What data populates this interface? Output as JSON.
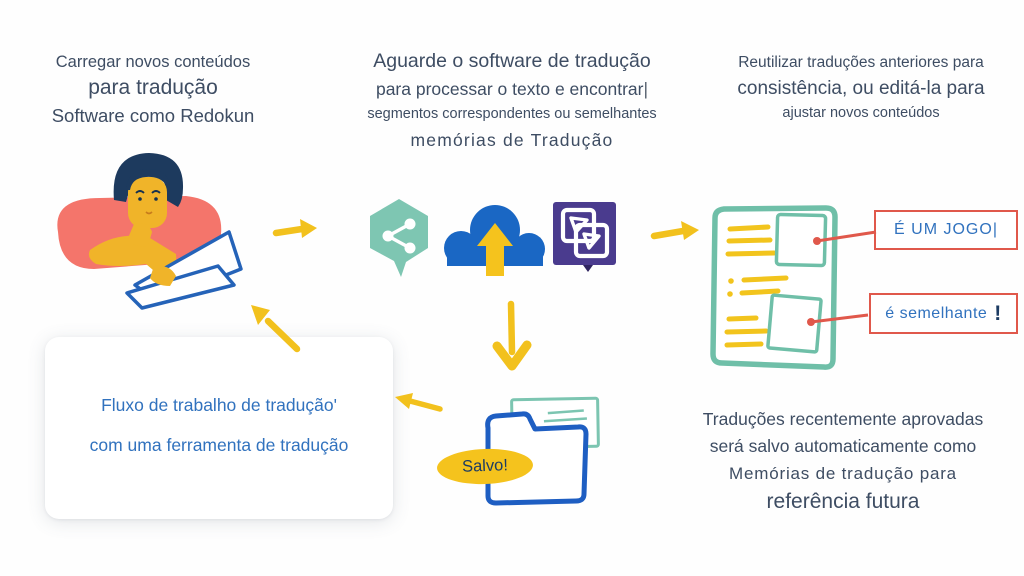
{
  "steps": {
    "step1": {
      "line1": "Carregar novos conteúdos",
      "line2": "para tradução",
      "line3": "Software como Redokun"
    },
    "step2": {
      "line1": "Aguarde o software de tradução",
      "line2": "para processar o texto e encontrar",
      "cursor": "|",
      "line3": "segmentos correspondentes ou semelhantes",
      "line4": "memórias de Tradução"
    },
    "step3": {
      "line1": "Reutilizar traduções anteriores para",
      "line2": "consistência, ou editá-la para",
      "line3": "ajustar novos conteúdos"
    }
  },
  "annotations": {
    "match_box1": "É UM JOGO|",
    "match_box2": "é semelhante",
    "match_box2_mark": "!"
  },
  "folder": {
    "badge": "Salvo!"
  },
  "card": {
    "line1": "Fluxo de trabalho de tradução'",
    "line2": "com uma ferramenta de tradução"
  },
  "footer": {
    "line1": "Traduções recentemente aprovadas",
    "line2": "será salvo automaticamente como",
    "line3": "Memórias de tradução para",
    "line4": "referência futura"
  },
  "icons": {
    "share": "share-bubble-icon",
    "upload": "cloud-upload-icon",
    "translate": "translate-swap-icon",
    "arrows": "yellow-arrow-icon"
  },
  "colors": {
    "yellow": "#F2C11D",
    "teal": "#74C0AD",
    "blue": "#1E66C2",
    "purple": "#4A3B8E",
    "coral": "#F4756B",
    "red": "#E0584B",
    "text_slate": "#3E4D63",
    "text_blue": "#3172BE",
    "navy": "#1D3C63"
  }
}
